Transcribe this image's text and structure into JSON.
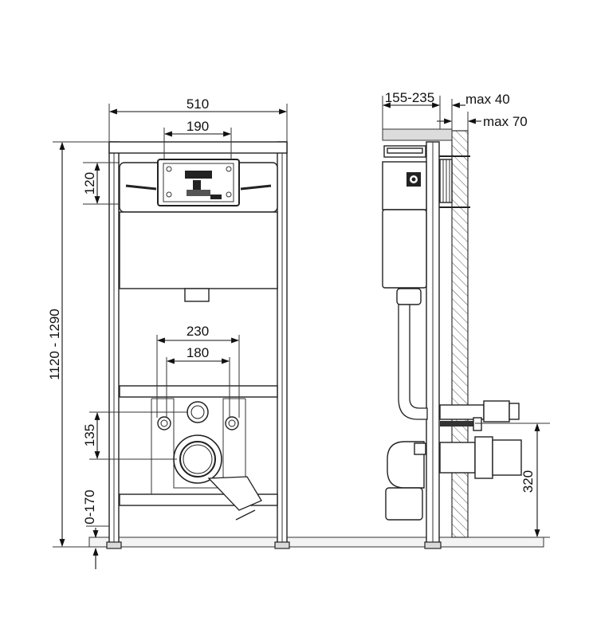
{
  "front_view": {
    "width_label": "510",
    "panel_width_label": "190",
    "panel_height_label": "120",
    "total_height_label": "1120 - 1290",
    "studs_outer_label": "230",
    "studs_inner_label": "180",
    "drain_offset_label": "135",
    "floor_adjust_label": "0-170"
  },
  "side_view": {
    "depth_label": "155-235",
    "max_40_label": "max 40",
    "max_70_label": "max 70",
    "outlet_height_label": "320"
  }
}
